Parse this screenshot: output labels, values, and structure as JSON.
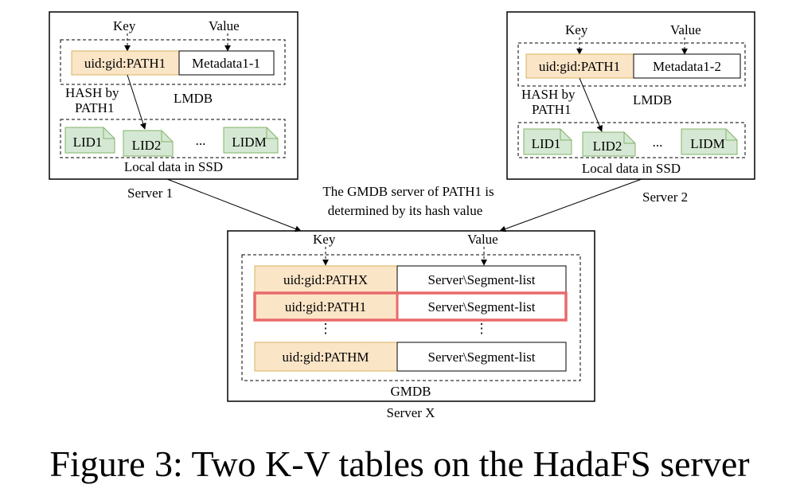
{
  "server1": {
    "key_label": "Key",
    "value_label": "Value",
    "key_cell": "uid:gid:PATH1",
    "value_cell": "Metadata1-1",
    "hash_line1": "HASH by",
    "hash_line2": "PATH1",
    "lmdb_label": "LMDB",
    "lids": [
      "LID1",
      "LID2",
      "...",
      "LIDM"
    ],
    "ssd_label": "Local data in SSD",
    "server_label": "Server 1"
  },
  "server2": {
    "key_label": "Key",
    "value_label": "Value",
    "key_cell": "uid:gid:PATH1",
    "value_cell": "Metadata1-2",
    "hash_line1": "HASH by",
    "hash_line2": "PATH1",
    "lmdb_label": "LMDB",
    "lids": [
      "LID1",
      "LID2",
      "...",
      "LIDM"
    ],
    "ssd_label": "Local data in SSD",
    "server_label": "Server 2"
  },
  "annotation": {
    "line1": "The GMDB server of PATH1 is",
    "line2": "determined by its hash value"
  },
  "serverx": {
    "key_label": "Key",
    "value_label": "Value",
    "rows": [
      {
        "key": "uid:gid:PATHX",
        "value": "Server\\Segment-list"
      },
      {
        "key": "uid:gid:PATH1",
        "value": "Server\\Segment-list"
      },
      {
        "key": "uid:gid:PATHM",
        "value": "Server\\Segment-list"
      }
    ],
    "ellipsis": "⋮",
    "gmdb_label": "GMDB",
    "server_label": "Server X"
  },
  "caption": "Figure 3: Two K-V tables on the HadaFS server",
  "colors": {
    "key_fill": "#fbe5c7",
    "key_stroke": "#d6b35e",
    "lid_fill": "#d5e8d4",
    "lid_stroke": "#82b366",
    "highlight": "#e86a6a"
  }
}
